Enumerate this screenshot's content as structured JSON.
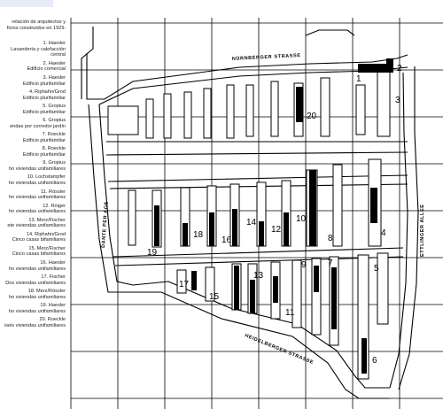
{
  "legend": {
    "intro_1": "relación de arquitectos y",
    "intro_2": "ficios construidos en 1929.",
    "entries": [
      {
        "num": "1.",
        "name": "Haesler",
        "desc_1": "Lavandería y calefacción",
        "desc_2": "central"
      },
      {
        "num": "2.",
        "name": "Haesler",
        "desc_1": "Edificio comercial"
      },
      {
        "num": "3.",
        "name": "Haesler",
        "desc_1": "Edificio plurifamiliar"
      },
      {
        "num": "4.",
        "name": "Riphahn/Grod",
        "desc_1": "Edificio plurifamiliar"
      },
      {
        "num": "5.",
        "name": "Gropius",
        "desc_1": "Edificio plurifamiliar"
      },
      {
        "num": "6.",
        "name": "Gropius",
        "desc_1": "endas por corredor jardín"
      },
      {
        "num": "7.",
        "name": "Roeckle",
        "desc_1": "Edificio plurifamiliar"
      },
      {
        "num": "8.",
        "name": "Roeckle",
        "desc_1": "Edificio plurifamiliar"
      },
      {
        "num": "9.",
        "name": "Gropius",
        "desc_1": "ho viviendas unifamiliares"
      },
      {
        "num": "10.",
        "name": "Lochstampfer",
        "desc_1": "ho viviendas unifamiliares"
      },
      {
        "num": "11.",
        "name": "Rössler",
        "desc_1": "ho viviendas unifamiliares"
      },
      {
        "num": "12.",
        "name": "Röiger",
        "desc_1": "ho viviendas unifamiliares"
      },
      {
        "num": "13.",
        "name": "Merz/Fischer",
        "desc_1": "ete viviendas unifamiliares"
      },
      {
        "num": "14.",
        "name": "Riphahn/Grod",
        "desc_1": "Cinco casas bifamiliares"
      },
      {
        "num": "15.",
        "name": "Merz/Fischer",
        "desc_1": "Cinco casas bifamiliares"
      },
      {
        "num": "16.",
        "name": "Haesler",
        "desc_1": "ho viviendas unifamiliares"
      },
      {
        "num": "17.",
        "name": "Fischer",
        "desc_1": "Dos viviendas unifamiliares"
      },
      {
        "num": "18.",
        "name": "Merz/Rössler",
        "desc_1": "ho viviendas unifamiliares"
      },
      {
        "num": "19.",
        "name": "Haesler",
        "desc_1": "ho viviendas unifamiliares"
      },
      {
        "num": "20.",
        "name": "Roeckle",
        "desc_1": "iseis viviendas unifamiliares"
      }
    ]
  },
  "map": {
    "streets": {
      "top": "NÜRNBERGER STRASSE",
      "left": "DANTE PER AGE",
      "bottom": "HEIDELBERGER STRASSE",
      "right": "ETTLINGER ALLEE"
    },
    "labels": [
      "1",
      "2",
      "3",
      "4",
      "5",
      "6",
      "7",
      "8",
      "9",
      "10",
      "11",
      "12",
      "13",
      "14",
      "15",
      "16",
      "17",
      "18",
      "19",
      "20"
    ]
  }
}
